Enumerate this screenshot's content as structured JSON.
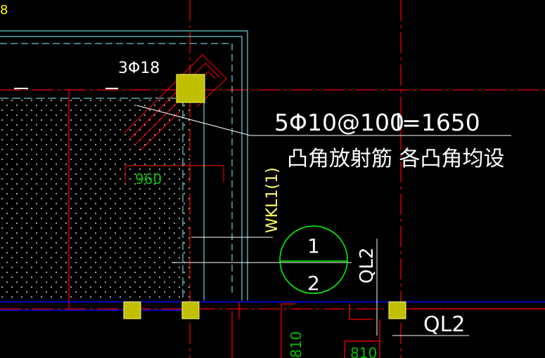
{
  "labels": {
    "corner_top_left": "8",
    "top_rebar": "3Φ18",
    "radial_rebar_spec": "5Φ10@100",
    "radial_rebar_length": "l=1650",
    "radial_rebar_note": "凸角放射筋 各凸角均设",
    "dim_960": "960",
    "beam_wkl": "WKL1(1)",
    "section_top": "1",
    "section_bottom": "2",
    "beam_ql2_vertical": "QL2",
    "beam_ql2_horizontal": "QL2",
    "dim_810_a": "810",
    "dim_810_b": "810"
  },
  "colors": {
    "background": "#000000",
    "axis_red": "#ff0000",
    "wall_cyan": "#80ffff",
    "rebar_white": "#ffffff",
    "text_white": "#ffffff",
    "column_fill": "#c0c000",
    "dim_green": "#00c000",
    "beam_blue": "#0000ff",
    "circle_green": "#00ff00",
    "hatch_dot": "#d0d0d0",
    "yellow_text": "#ffff00"
  },
  "icons": {
    "section_marker": "section-symbol-circle"
  }
}
